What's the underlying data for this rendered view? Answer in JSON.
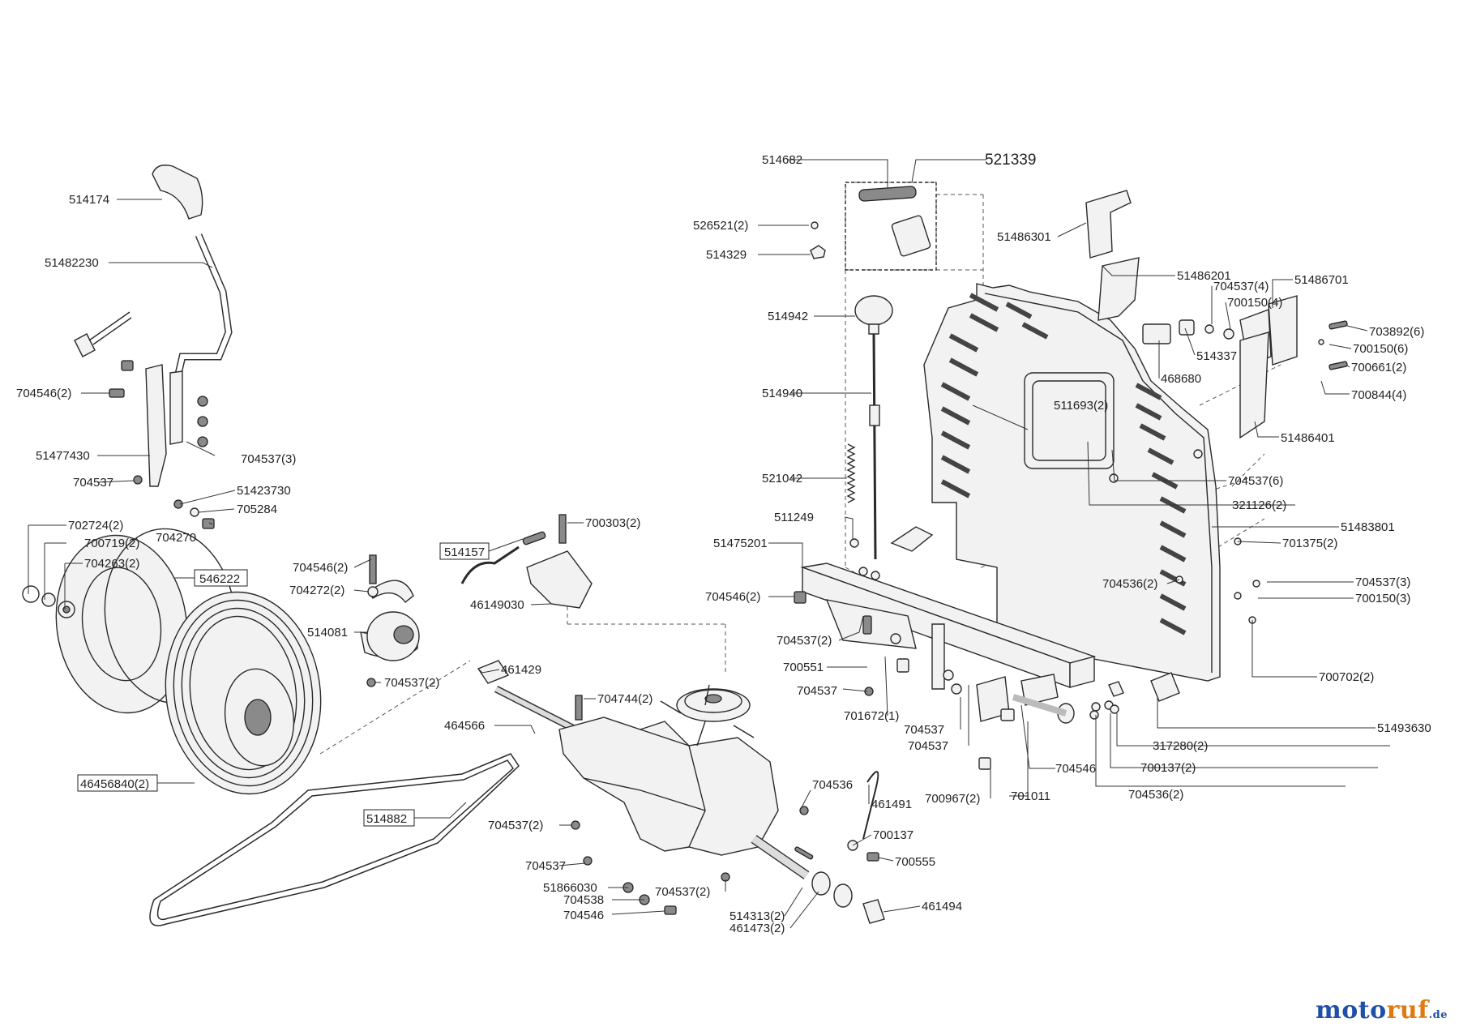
{
  "labels": {
    "l514682": "514682",
    "l521339": "521339",
    "l526521": "526521(2)",
    "l514329": "514329",
    "l51486301": "51486301",
    "l51486201": "51486201",
    "l704537_4": "704537(4)",
    "l51486701": "51486701",
    "l700150_4": "700150(4)",
    "l703892_6": "703892(6)",
    "l700150_6": "700150(6)",
    "l700661_2": "700661(2)",
    "l700844_4": "700844(4)",
    "l514337": "514337",
    "l468680": "468680",
    "l51486401": "51486401",
    "l514942": "514942",
    "l514940": "514940",
    "l511693_2": "511693(2)",
    "l704537_6": "704537(6)",
    "l321126_2": "321126(2)",
    "l521042": "521042",
    "l511249": "511249",
    "l51483801": "51483801",
    "l51475201": "51475201",
    "l701375_2": "701375(2)",
    "l704536_2a": "704536(2)",
    "l704537_3b": "704537(3)",
    "l700150_3": "700150(3)",
    "l704546_2b": "704546(2)",
    "l704537_2b": "704537(2)",
    "l700551": "700551",
    "l704537_c": "704537",
    "l701672_1": "701672(1)",
    "l704537_d": "704537",
    "l704537_e": "704537",
    "l700702_2": "700702(2)",
    "l51493630": "51493630",
    "l317280_2": "317280(2)",
    "l700137_2": "700137(2)",
    "l704546_b": "704546",
    "l704536_2b": "704536(2)",
    "l700967_2": "700967(2)",
    "l701011": "701011",
    "l514174": "514174",
    "l51482230": "51482230",
    "l704546_2a": "704546(2)",
    "l51477430": "51477430",
    "l704537_3a": "704537(3)",
    "l704537_a": "704537",
    "l51423730": "51423730",
    "l705284": "705284",
    "l704270": "704270",
    "l702724_2": "702724(2)",
    "l700719_2": "700719(2)",
    "l704263_2": "704263(2)",
    "l546222": "546222",
    "l704546_2c": "704546(2)",
    "l704272_2": "704272(2)",
    "l514081": "514081",
    "l704537_2a": "704537(2)",
    "l514157": "514157",
    "l700303_2": "700303(2)",
    "l46149030": "46149030",
    "l461429": "461429",
    "l464566": "464566",
    "l704744_2": "704744(2)",
    "l46456840_2": "46456840(2)",
    "l514882": "514882",
    "l704536": "704536",
    "l461491": "461491",
    "l704537_2c": "704537(2)",
    "l700137": "700137",
    "l700555": "700555",
    "l704537_f": "704537",
    "l51866030": "51866030",
    "l704538": "704538",
    "l704537_2d": "704537(2)",
    "l704546_c": "704546",
    "l514313_2": "514313(2)",
    "l461473_2": "461473(2)",
    "l461494": "461494"
  },
  "watermark": {
    "part1": "moto",
    "part2": "ruf",
    "part3": ".de"
  }
}
